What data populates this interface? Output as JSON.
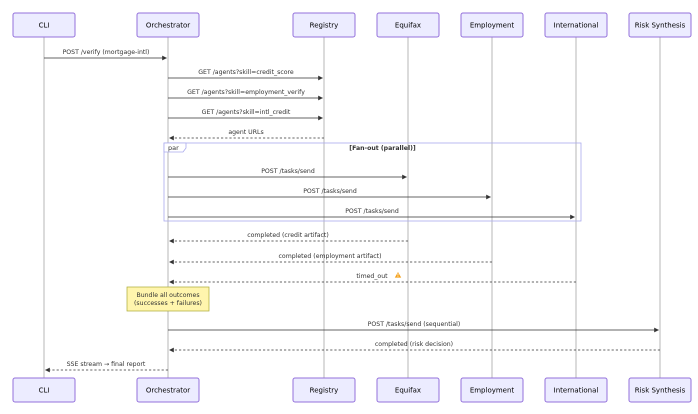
{
  "participants": [
    {
      "id": "cli",
      "label": "CLI"
    },
    {
      "id": "orch",
      "label": "Orchestrator"
    },
    {
      "id": "reg",
      "label": "Registry"
    },
    {
      "id": "equifax",
      "label": "Equifax"
    },
    {
      "id": "emp",
      "label": "Employment"
    },
    {
      "id": "intl",
      "label": "International"
    },
    {
      "id": "risk",
      "label": "Risk Synthesis"
    }
  ],
  "messages": [
    {
      "from": "cli",
      "to": "orch",
      "label": "POST /verify (mortgage-intl)",
      "style": "solid"
    },
    {
      "from": "orch",
      "to": "reg",
      "label": "GET /agents?skill=credit_score",
      "style": "solid"
    },
    {
      "from": "orch",
      "to": "reg",
      "label": "GET /agents?skill=employment_verify",
      "style": "solid"
    },
    {
      "from": "orch",
      "to": "reg",
      "label": "GET /agents?skill=intl_credit",
      "style": "solid"
    },
    {
      "from": "reg",
      "to": "orch",
      "label": "agent URLs",
      "style": "dashed"
    },
    {
      "from": "orch",
      "to": "equifax",
      "label": "POST /tasks/send",
      "style": "solid"
    },
    {
      "from": "orch",
      "to": "emp",
      "label": "POST /tasks/send",
      "style": "solid"
    },
    {
      "from": "orch",
      "to": "intl",
      "label": "POST /tasks/send",
      "style": "solid"
    },
    {
      "from": "equifax",
      "to": "orch",
      "label": "completed (credit artifact)",
      "style": "dashed"
    },
    {
      "from": "emp",
      "to": "orch",
      "label": "completed (employment artifact)",
      "style": "dashed"
    },
    {
      "from": "intl",
      "to": "orch",
      "label": "timed_out",
      "style": "dashed",
      "icon": "warning-icon"
    },
    {
      "from": "orch",
      "to": "risk",
      "label": "POST /tasks/send (sequential)",
      "style": "solid"
    },
    {
      "from": "risk",
      "to": "orch",
      "label": "completed (risk decision)",
      "style": "dashed"
    },
    {
      "from": "orch",
      "to": "cli",
      "label": "SSE stream → final report",
      "style": "dashed"
    }
  ],
  "par_block": {
    "keyword": "par",
    "title": "[Fan-out (parallel)]"
  },
  "note": {
    "over": "orch",
    "lines": [
      "Bundle all outcomes",
      "(successes + failures)"
    ]
  },
  "colors": {
    "actor_fill": "#ececff",
    "actor_border": "#9370db",
    "note_fill": "#fff5ad",
    "frame": "#aaaaee"
  }
}
